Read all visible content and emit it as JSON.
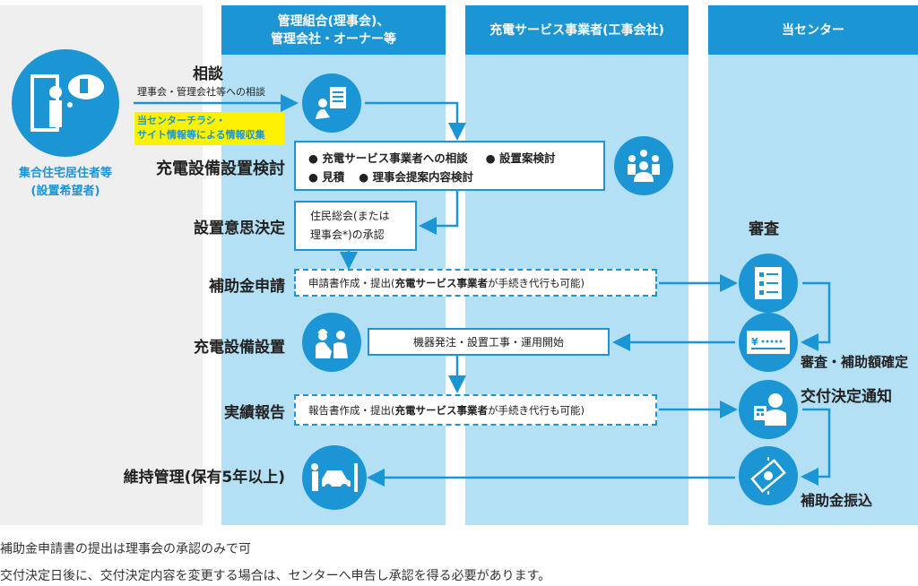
{
  "headers": {
    "lane1_line1": "管理組合(理事会)、",
    "lane1_line2": "管理会社・オーナー等",
    "lane2": "充電サービス事業者(工事会社)",
    "lane3": "当センター"
  },
  "resident": {
    "line1": "集合住宅居住者等",
    "line2": "(設置希望者)"
  },
  "consult": {
    "title": "相談",
    "subtitle": "理事会・管理会社等への相談",
    "highlight_line1": "当センターチラシ・",
    "highlight_line2": "サイト情報等による情報収集"
  },
  "steps": {
    "review": {
      "label": "充電設備設置検討",
      "items": [
        "● 充電サービス事業者への相談",
        "● 設置案検討",
        "● 見積",
        "● 理事会提案内容検討"
      ]
    },
    "decision": {
      "label": "設置意思決定",
      "line1": "住民総会(または",
      "line2": "理事会*)の承認"
    },
    "apply": {
      "label": "補助金申請",
      "text_prefix": "申請書作成・提出(",
      "text_bold": "充電サービス事業者",
      "text_suffix": "が手続き代行も可能)"
    },
    "install": {
      "label": "充電設備設置",
      "text": "機器発注・設置工事・運用開始"
    },
    "report": {
      "label": "実績報告",
      "text_prefix": "報告書作成・提出(",
      "text_bold": "充電サービス事業者",
      "text_suffix": "が手続き代行も可能)"
    },
    "maintain": {
      "label": "維持管理(保有5年以上)"
    }
  },
  "center": {
    "examine": "審査",
    "confirm": "審査・補助額確定",
    "notify": "交付決定通知",
    "payment": "補助金振込"
  },
  "notes": [
    "補助金申請書の提出は理事会の承認のみで可",
    "交付決定日後に、交付決定内容を変更する場合は、センターへ申告し承認を得る必要があります。"
  ],
  "colors": {
    "accent": "#1b95d4",
    "lane": "#b3e0f5",
    "highlight": "#fff200"
  }
}
